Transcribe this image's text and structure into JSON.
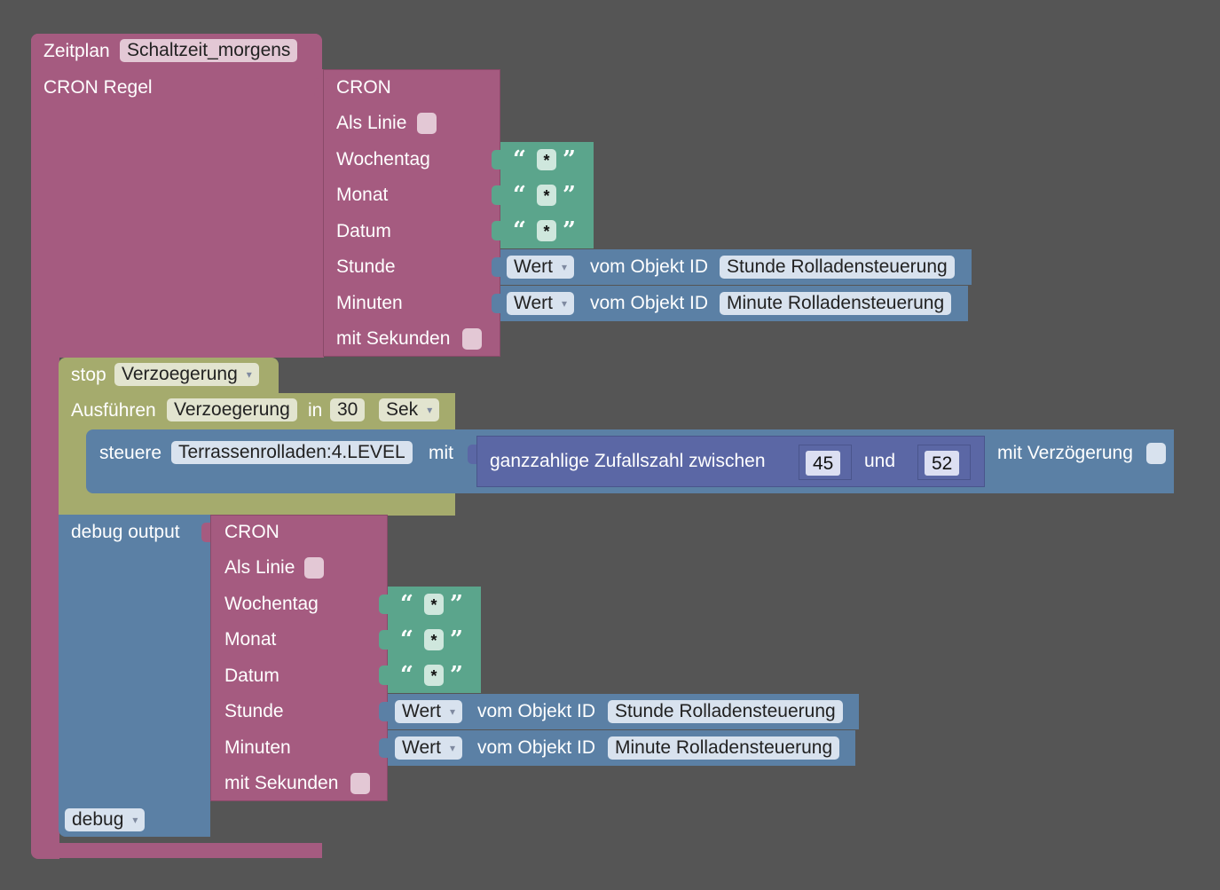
{
  "colors": {
    "background": "#555555",
    "schedule_block": "#a55b80",
    "timer_block": "#a5ab6d",
    "action_block": "#5b80a5",
    "text_block": "#5ba58c",
    "math_block": "#5b67a5"
  },
  "schedule": {
    "label": "Zeitplan",
    "name": "Schaltzeit_morgens",
    "rule_label": "CRON Regel"
  },
  "cron1": {
    "title": "CRON",
    "as_line": "Als Linie",
    "weekday": "Wochentag",
    "month": "Monat",
    "date": "Datum",
    "hour": "Stunde",
    "minutes": "Minuten",
    "seconds": "mit Sekunden",
    "weekday_value": "*",
    "month_value": "*",
    "date_value": "*",
    "hour_mode": "Wert",
    "hour_of": "vom Objekt ID",
    "hour_object": "Stunde Rolladensteuerung",
    "minute_mode": "Wert",
    "minute_of": "vom Objekt ID",
    "minute_object": "Minute Rolladensteuerung"
  },
  "stop": {
    "label": "stop",
    "timer": "Verzoegerung"
  },
  "exec": {
    "label": "Ausführen",
    "timer": "Verzoegerung",
    "in": "in",
    "value": "30",
    "unit": "Sek"
  },
  "control": {
    "label": "steuere",
    "object": "Terrassenrolladen:4.LEVEL",
    "with": "mit",
    "random_label": "ganzzahlige Zufallszahl zwischen",
    "min": "45",
    "and": "und",
    "max": "52",
    "delay": "mit Verzögerung"
  },
  "debug": {
    "label": "debug output",
    "level": "debug"
  },
  "cron2": {
    "title": "CRON",
    "as_line": "Als Linie",
    "weekday": "Wochentag",
    "month": "Monat",
    "date": "Datum",
    "hour": "Stunde",
    "minutes": "Minuten",
    "seconds": "mit Sekunden",
    "weekday_value": "*",
    "month_value": "*",
    "date_value": "*",
    "hour_mode": "Wert",
    "hour_of": "vom Objekt ID",
    "hour_object": "Stunde Rolladensteuerung",
    "minute_mode": "Wert",
    "minute_of": "vom Objekt ID",
    "minute_object": "Minute Rolladensteuerung"
  }
}
